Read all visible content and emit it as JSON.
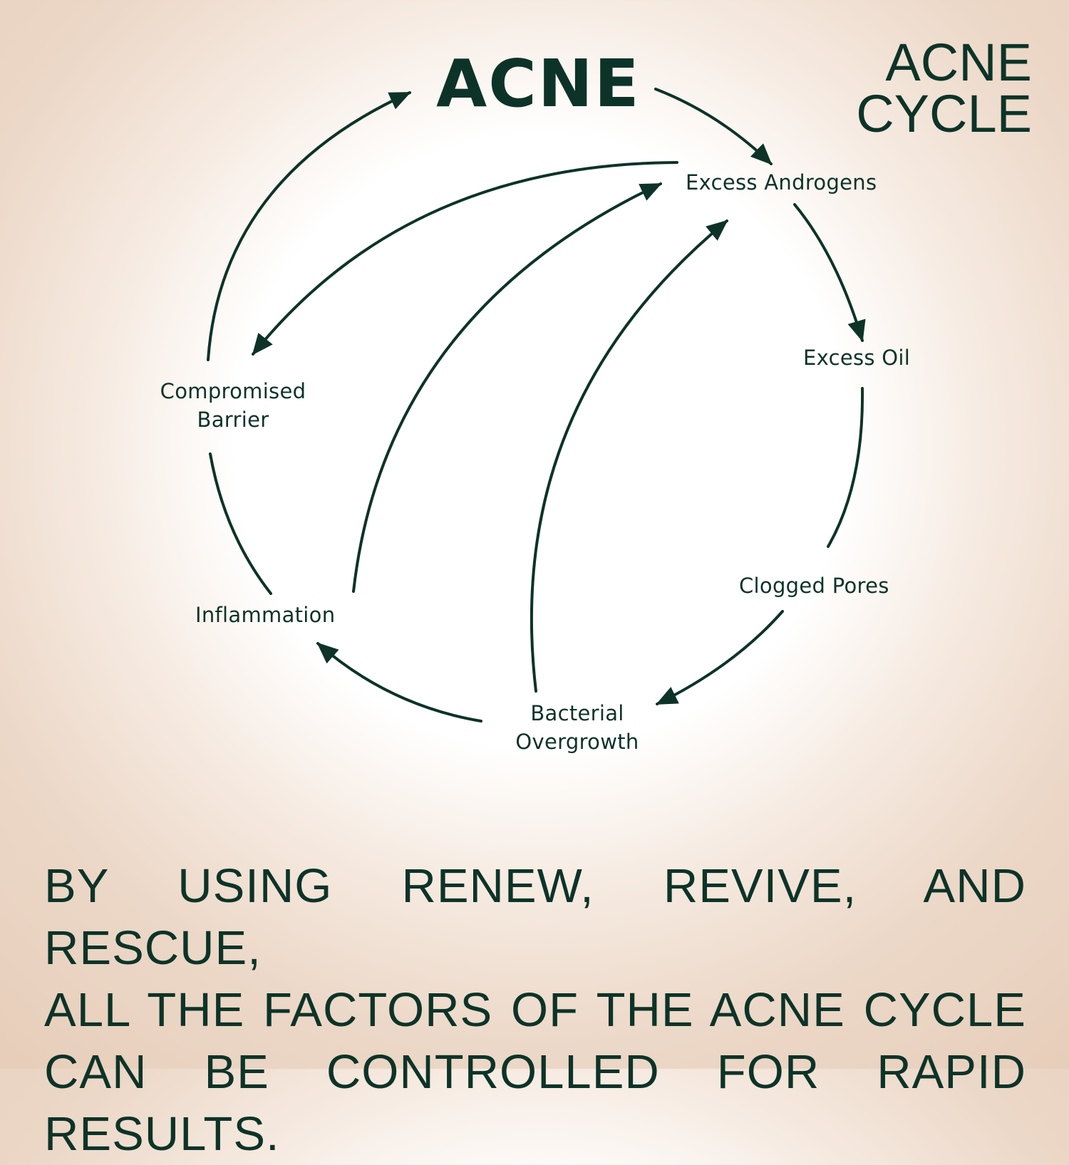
{
  "title": {
    "line1": "ACNE",
    "line2": "CYCLE"
  },
  "center_label": "ACNE",
  "nodes": {
    "excess_androgens": "Excess Androgens",
    "excess_oil": "Excess Oil",
    "clogged_pores": "Clogged Pores",
    "bacterial_line1": "Bacterial",
    "bacterial_line2": "Overgrowth",
    "inflammation": "Inflammation",
    "barrier_line1": "Compromised",
    "barrier_line2": "Barrier"
  },
  "footer": {
    "line1": "BY USING RENEW, REVIVE, AND RESCUE,",
    "line2": "ALL THE FACTORS OF THE ACNE CYCLE",
    "line3": "CAN BE CONTROLLED FOR RAPID RESULTS."
  },
  "colors": {
    "ink": "#0d3328",
    "background_edge": "#e6ccb8",
    "background_center": "#ffffff"
  }
}
